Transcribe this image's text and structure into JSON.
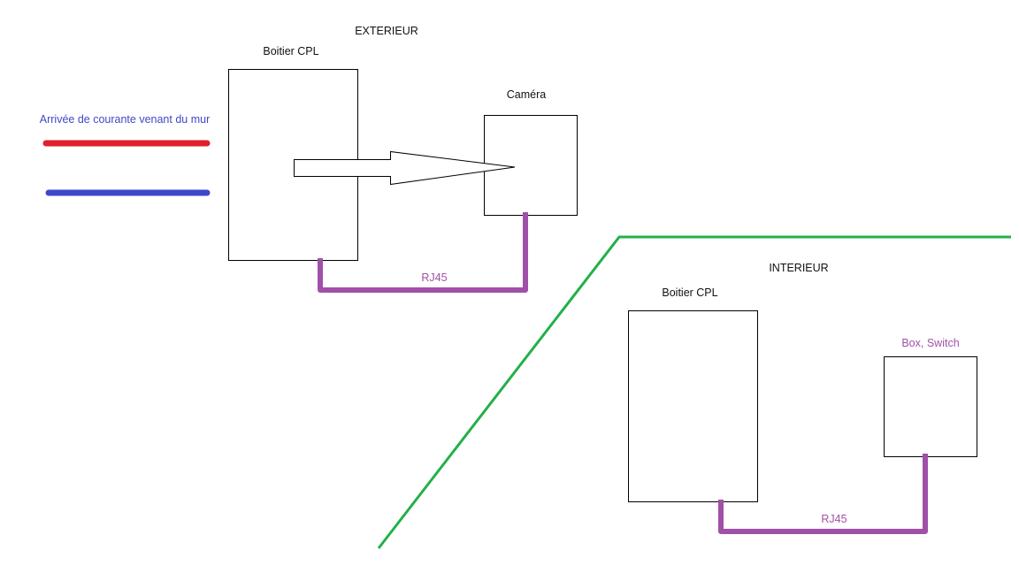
{
  "labels": {
    "exterior": "EXTERIEUR",
    "interior": "INTERIEUR",
    "boitier_ext": "Boitier CPL",
    "boitier_int": "Boitier CPL",
    "camera": "Caméra",
    "incoming_power": "Arrivée de courante venant du mur",
    "rj45_top": "RJ45",
    "rj45_bottom": "RJ45",
    "box_switch": "Box, Switch"
  },
  "colors": {
    "text": "#111111",
    "box_stroke": "#000000",
    "wire_red": "#e0202a",
    "wire_blue": "#4048c8",
    "rj45": "#a050a8",
    "boundary": "#22b04a",
    "label_blue": "#4048c8",
    "label_purple": "#a050a8"
  }
}
